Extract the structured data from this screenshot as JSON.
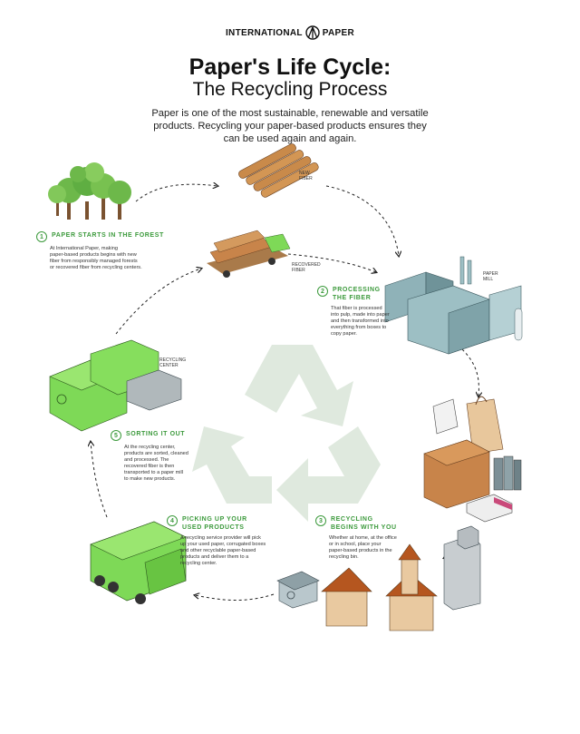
{
  "brand": {
    "left": "INTERNATIONAL",
    "right": "PAPER"
  },
  "title_line1": "Paper's Life Cycle:",
  "title_line2": "The Recycling Process",
  "intro": "Paper is one of the most sustainable, renewable and versatile products. Recycling your paper-based products ensures they can be used again and again.",
  "labels": {
    "new_fiber": "NEW\nFIBER",
    "recovered_fiber": "RECOVERED\nFIBER",
    "paper_mill": "PAPER\nMILL",
    "recycling_center": "RECYCLING\nCENTER"
  },
  "steps": [
    {
      "num": "1",
      "title": "PAPER STARTS IN THE FOREST",
      "body": "At International Paper, making\npaper-based products begins with new\nfiber from responsibly managed forests\nor recovered fiber from recycling centers."
    },
    {
      "num": "2",
      "title": "PROCESSING\nTHE FIBER",
      "body": "That fiber is processed\ninto pulp, made into paper\nand then transformed into\neverything from boxes to\ncopy paper."
    },
    {
      "num": "3",
      "title": "RECYCLING\nBEGINS WITH YOU",
      "body": "Whether at home, at the office\nor in school, place your\npaper-based products in the\nrecycling bin."
    },
    {
      "num": "4",
      "title": "PICKING UP YOUR\nUSED PRODUCTS",
      "body": "A recycling service provider will pick\nup your used paper, corrugated boxes\nand other recyclable paper-based\nproducts and deliver them to a\nrecycling center."
    },
    {
      "num": "5",
      "title": "SORTING IT OUT",
      "body": "At the recycling center,\nproducts are sorted, cleaned\nand processed. The\nrecovered fiber is then\ntransported to a paper mill\nto make new products."
    }
  ],
  "colors": {
    "accent_green": "#3c9a3c",
    "bright_green": "#7ed957",
    "mill_blue": "#8fb2b8",
    "wood": "#c98a4a",
    "cardboard": "#c8844a"
  }
}
